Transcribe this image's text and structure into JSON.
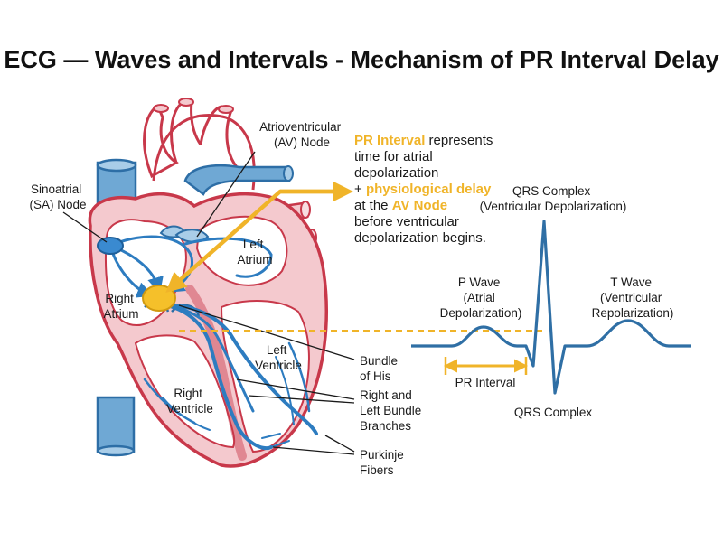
{
  "title": "ECG — Waves and Intervals - Mechanism of PR Interval Delay",
  "colors": {
    "heart_outline": "#c8384a",
    "heart_fill": "#f4c9ce",
    "vessel_blue": "#6fa8d4",
    "vessel_outline": "#2d6ea6",
    "conduction": "#2d7cc0",
    "av_node": "#f5c02a",
    "highlight": "#f0b429",
    "ecg_line": "#2f6fa5",
    "text": "#1a1a1a"
  },
  "labels": {
    "sa_node": [
      "Sinoatrial",
      "(SA) Node"
    ],
    "av_node": [
      "Atrioventricular",
      "(AV) Node"
    ],
    "left_atrium": [
      "Left",
      "Atrium"
    ],
    "right_atrium": [
      "Right",
      "Atrium"
    ],
    "left_ventricle": [
      "Left",
      "Ventricle"
    ],
    "right_ventricle": [
      "Right",
      "Ventricle"
    ],
    "bundle_his": [
      "Bundle",
      "of His"
    ],
    "bundle_branches": [
      "Right and",
      "Left Bundle",
      "Branches"
    ],
    "purkinje": [
      "Purkinje",
      "Fibers"
    ]
  },
  "pr_note": {
    "line1_hl": "PR Interval",
    "line1_rest": " represents",
    "line2": "time for atrial",
    "line3": "depolarization",
    "line4_plus": "+ ",
    "line4_hl": "physiological delay",
    "line5_pre": "at the ",
    "line5_hl": "AV Node",
    "line6": "before ventricular",
    "line7": "depolarization begins."
  },
  "ecg": {
    "qrs_top": [
      "QRS Complex",
      "(Ventricular Depolarization)"
    ],
    "p_wave": [
      "P Wave",
      "(Atrial",
      "Depolarization)"
    ],
    "t_wave": [
      "T Wave",
      "(Ventricular",
      "Repolarization)"
    ],
    "pr_interval": "PR Interval",
    "qrs_bottom": "QRS Complex"
  }
}
